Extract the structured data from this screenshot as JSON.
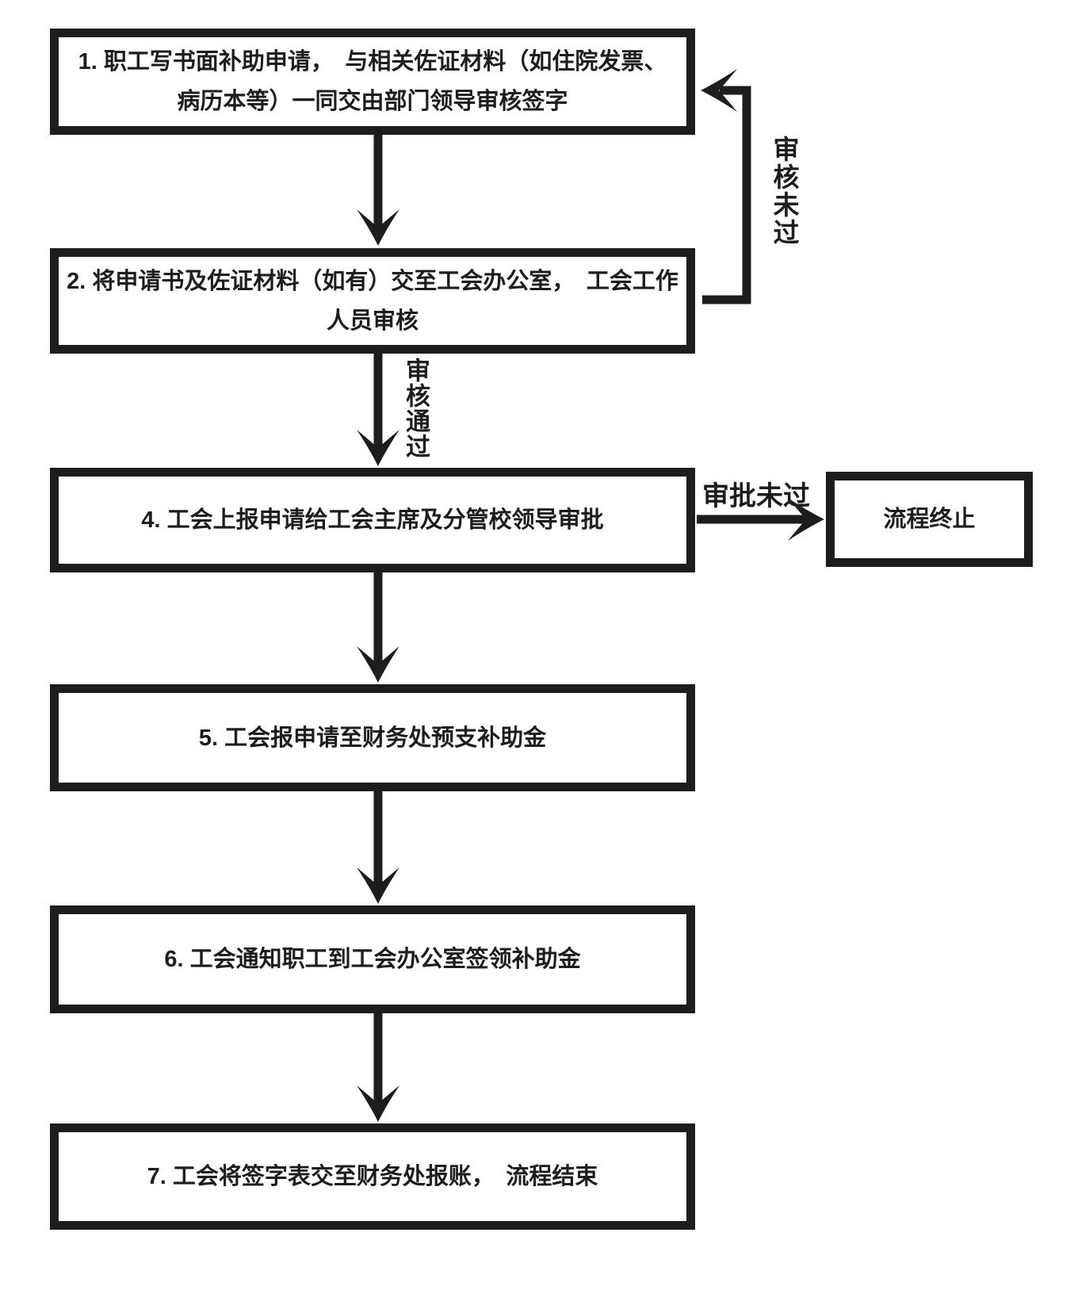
{
  "page": {
    "background": "#ffffff"
  },
  "flowchart": {
    "colors": {
      "stroke": "#1d1d1b",
      "text": "#1d1d1b",
      "box_fill": "#ffffff"
    },
    "steps": [
      {
        "name": "step-1",
        "line1": "1. 职工写书面补助申请，　与相关佐证材料（如住院发票、",
        "line2": "病历本等）一同交由部门领导审核签字"
      },
      {
        "name": "step-2",
        "line1": "2. 将申请书及佐证材料（如有）交至工会办公室，　工会工作",
        "line2": "人员审核"
      },
      {
        "name": "step-4",
        "line1": "4. 工会上报申请给工会主席及分管校领导审批"
      },
      {
        "name": "step-5",
        "line1": "5. 工会报申请至财务处预支补助金"
      },
      {
        "name": "step-6",
        "line1": "6. 工会通知职工到工会办公室签领补助金"
      },
      {
        "name": "step-7",
        "line1": "7. 工会将签字表交至财务处报账，　流程结束"
      }
    ],
    "terminal_box": {
      "label": "流程终止"
    },
    "edge_labels": {
      "review_failed": "审核未过",
      "review_passed": "审核通过",
      "approval_failed": "审批未过"
    }
  }
}
